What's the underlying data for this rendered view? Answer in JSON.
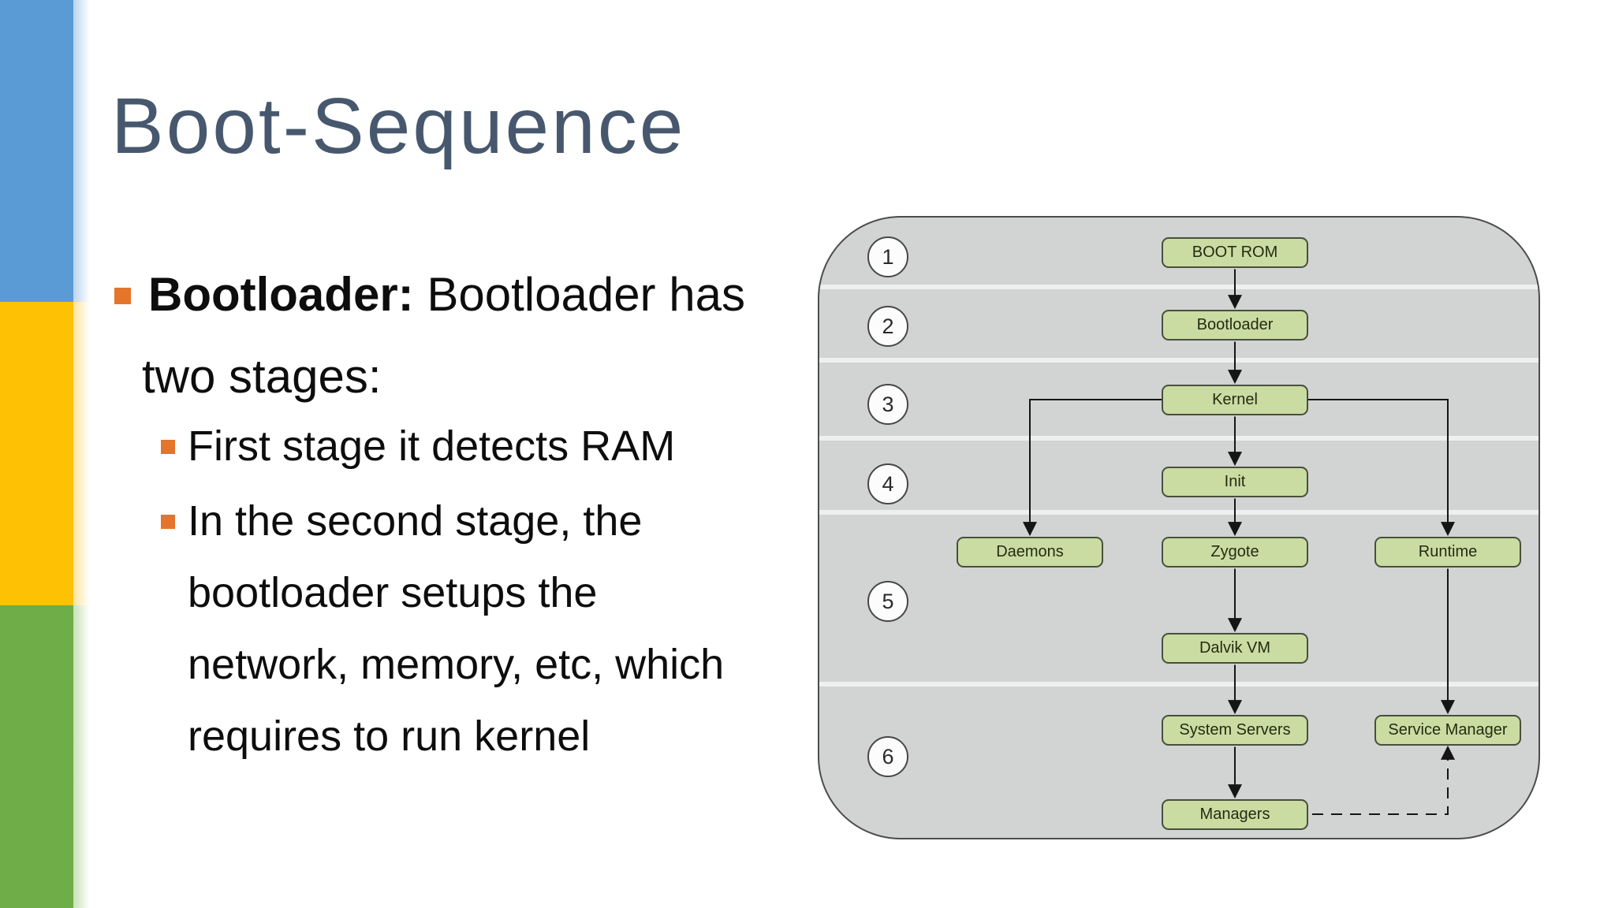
{
  "slide": {
    "title": "Boot-Sequence",
    "bullets": [
      {
        "level": 1,
        "bold_prefix": "Bootloader:",
        "lines": [
          "Bootloader has",
          "two stages:"
        ]
      },
      {
        "level": 2,
        "lines": [
          "First stage it detects RAM"
        ]
      },
      {
        "level": 2,
        "lines": [
          "In the second stage, the",
          "bootloader setups the",
          "network, memory, etc, which",
          "requires to run kernel"
        ]
      }
    ]
  },
  "sidebar": {
    "segments": [
      {
        "name": "blue",
        "color": "#5b9bd5",
        "tint": "#b9d5ee"
      },
      {
        "name": "yellow",
        "color": "#ffc103",
        "tint": "#ffe49c"
      },
      {
        "name": "green",
        "color": "#6fad49",
        "tint": "#c8e2b6"
      }
    ]
  },
  "diagram": {
    "steps": [
      "1",
      "2",
      "3",
      "4",
      "5",
      "6"
    ],
    "nodes": [
      {
        "id": "boot_rom",
        "label": "BOOT ROM"
      },
      {
        "id": "bootloader",
        "label": "Bootloader"
      },
      {
        "id": "kernel",
        "label": "Kernel"
      },
      {
        "id": "init",
        "label": "Init"
      },
      {
        "id": "daemons",
        "label": "Daemons"
      },
      {
        "id": "zygote",
        "label": "Zygote"
      },
      {
        "id": "runtime",
        "label": "Runtime"
      },
      {
        "id": "dalvik_vm",
        "label": "Dalvik VM"
      },
      {
        "id": "system_servers",
        "label": "System Servers"
      },
      {
        "id": "service_manager",
        "label": "Service Manager"
      },
      {
        "id": "managers",
        "label": "Managers"
      }
    ],
    "edges": [
      {
        "from": "boot_rom",
        "to": "bootloader",
        "style": "solid",
        "route": "straight"
      },
      {
        "from": "bootloader",
        "to": "kernel",
        "style": "solid",
        "route": "straight"
      },
      {
        "from": "kernel",
        "to": "daemons",
        "style": "solid",
        "route": "elbow-left"
      },
      {
        "from": "kernel",
        "to": "runtime",
        "style": "solid",
        "route": "elbow-right"
      },
      {
        "from": "kernel",
        "to": "init",
        "style": "solid",
        "route": "straight"
      },
      {
        "from": "init",
        "to": "zygote",
        "style": "solid",
        "route": "straight"
      },
      {
        "from": "zygote",
        "to": "dalvik_vm",
        "style": "solid",
        "route": "straight"
      },
      {
        "from": "dalvik_vm",
        "to": "system_servers",
        "style": "solid",
        "route": "straight"
      },
      {
        "from": "runtime",
        "to": "service_manager",
        "style": "solid",
        "route": "straight"
      },
      {
        "from": "system_servers",
        "to": "managers",
        "style": "solid",
        "route": "straight"
      },
      {
        "from": "managers",
        "to": "service_manager",
        "style": "dashed",
        "route": "elbow-up-right"
      }
    ],
    "colors": {
      "panel_bg": "#d2d3d3",
      "panel_border": "#4c4c4c",
      "divider": "#eef0ef",
      "node_bg": "#cbdca3",
      "node_border": "#47503c",
      "node_text": "#222d12",
      "circle_bg": "#fcfcfc",
      "circle_border": "#474747",
      "arrow": "#151515"
    }
  },
  "colors": {
    "title": "#47586e",
    "bullet_marker": "#e4752b",
    "body_text": "#0d0d0d",
    "background": "#ffffff"
  }
}
